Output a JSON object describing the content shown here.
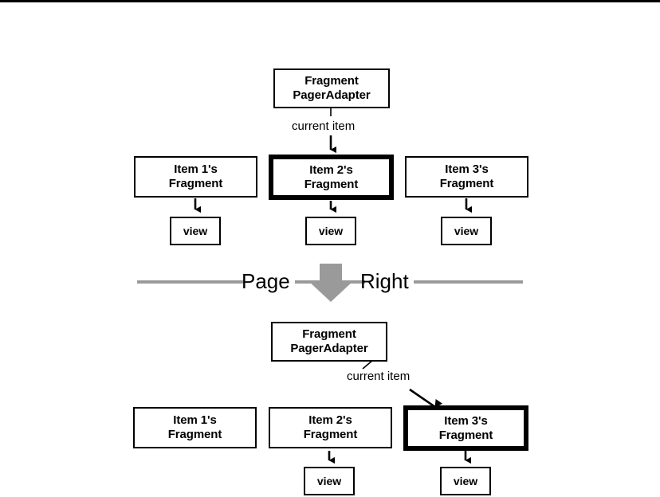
{
  "diagram": {
    "title_rule": "",
    "colors": {
      "stroke": "#000000",
      "background": "#ffffff",
      "divider_gray": "#9a9a9a",
      "arrow_gray": "#9a9a9a"
    },
    "top_section": {
      "adapter": {
        "line1": "Fragment",
        "line2": "PagerAdapter"
      },
      "current_item_label": "current item",
      "fragments": [
        {
          "line1": "Item 1's",
          "line2": "Fragment",
          "highlighted": false,
          "has_view": true,
          "view_label": "view"
        },
        {
          "line1": "Item 2's",
          "line2": "Fragment",
          "highlighted": true,
          "has_view": true,
          "view_label": "view"
        },
        {
          "line1": "Item 3's",
          "line2": "Fragment",
          "highlighted": false,
          "has_view": true,
          "view_label": "view"
        }
      ]
    },
    "divider": {
      "left_word": "Page",
      "right_word": "Right",
      "arrow_direction": "down"
    },
    "bottom_section": {
      "adapter": {
        "line1": "Fragment",
        "line2": "PagerAdapter"
      },
      "current_item_label": "current item",
      "fragments": [
        {
          "line1": "Item 1's",
          "line2": "Fragment",
          "highlighted": false,
          "has_view": false,
          "view_label": ""
        },
        {
          "line1": "Item 2's",
          "line2": "Fragment",
          "highlighted": false,
          "has_view": true,
          "view_label": "view"
        },
        {
          "line1": "Item 3's",
          "line2": "Fragment",
          "highlighted": true,
          "has_view": true,
          "view_label": "view"
        }
      ]
    }
  }
}
